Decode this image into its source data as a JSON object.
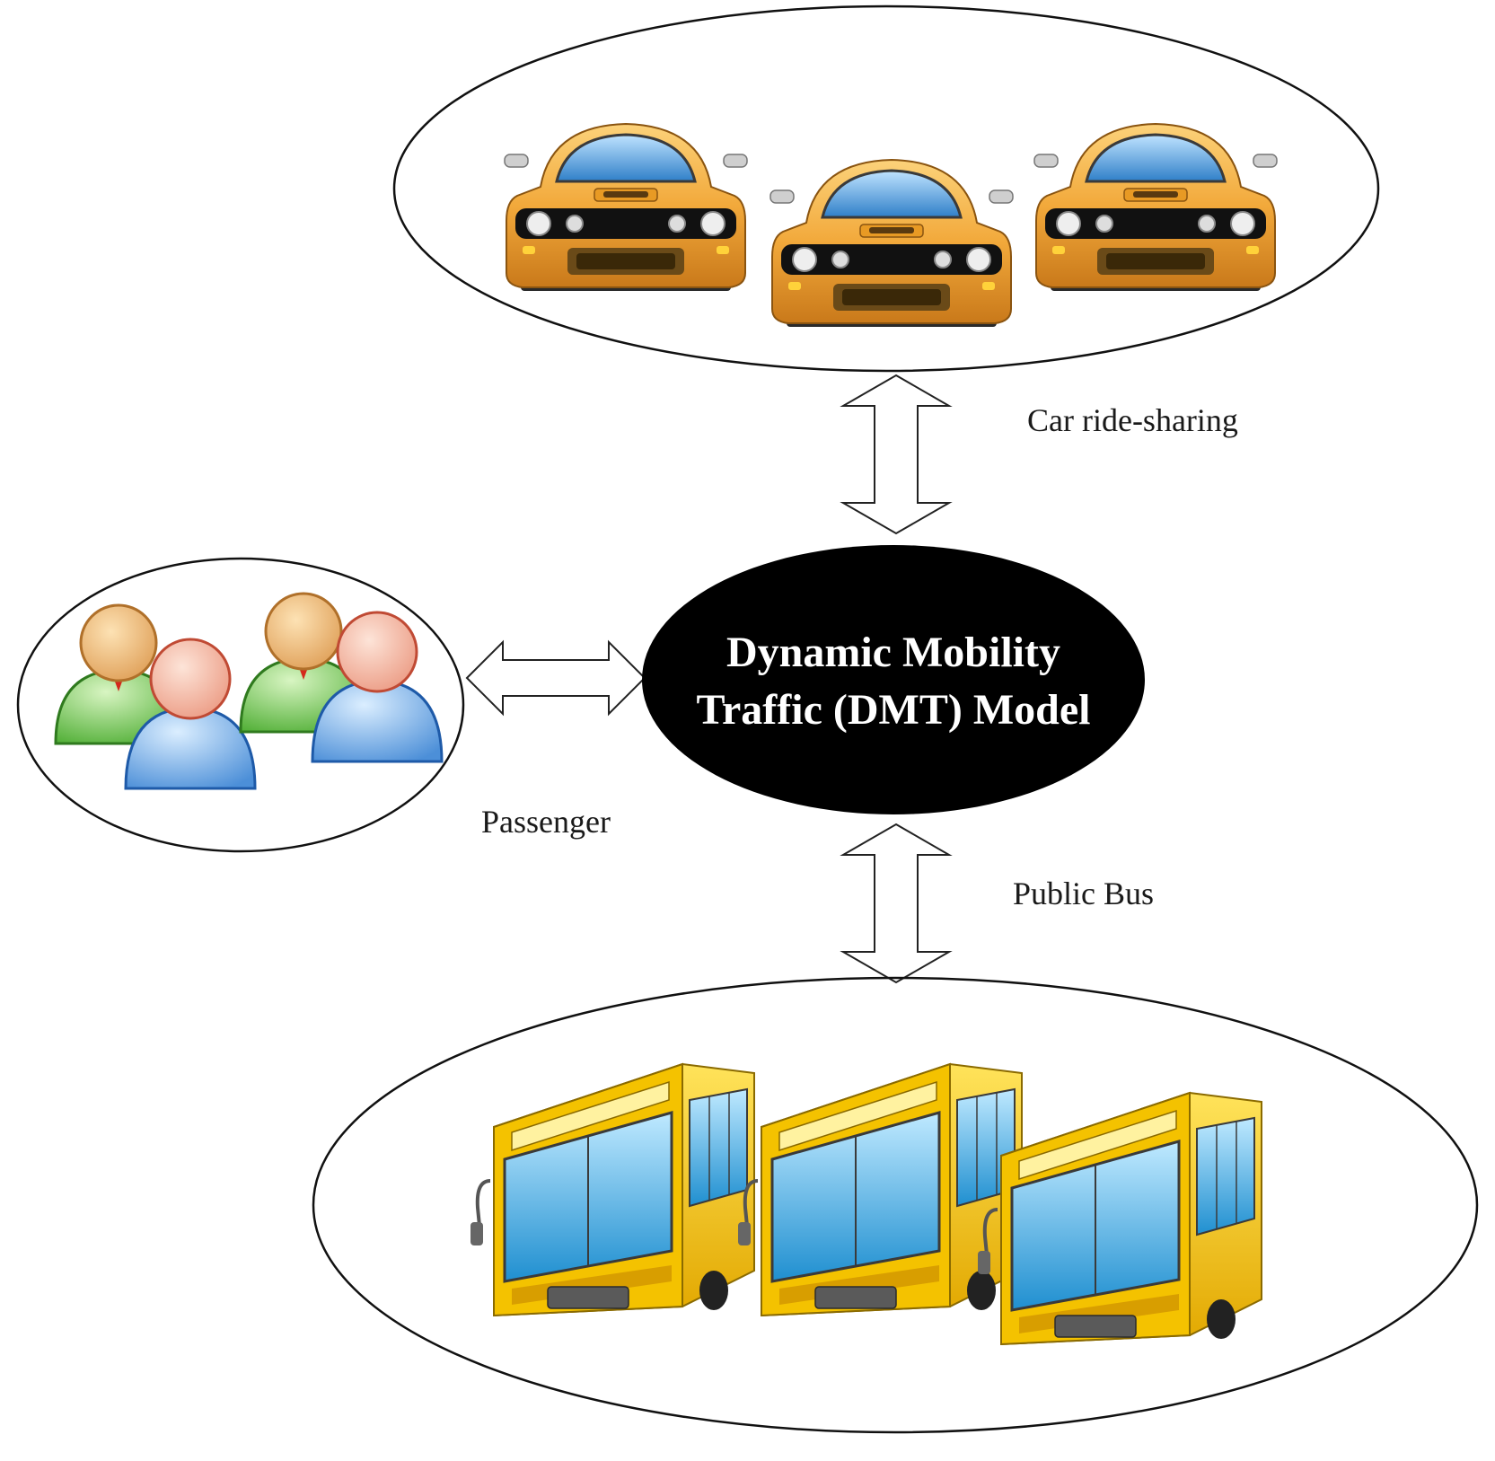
{
  "center": {
    "line1": "Dynamic Mobility",
    "line2": "Traffic (DMT) Model"
  },
  "labels": {
    "car": "Car ride-sharing",
    "passenger": "Passenger",
    "bus": "Public Bus"
  },
  "icons": {
    "car": "taxi-car-icon",
    "bus": "bus-icon",
    "passenger": "user-group-icon"
  },
  "colors": {
    "car_body": "#f2a93b",
    "bus_body": "#f5c400",
    "center_fill": "#000000"
  }
}
